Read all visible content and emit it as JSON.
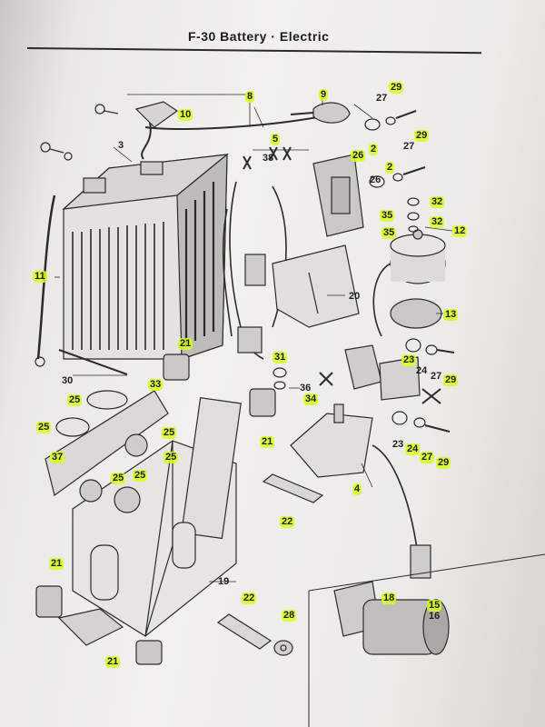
{
  "header": {
    "title": "F-30   Battery · Electric"
  },
  "callouts": [
    {
      "id": "c8",
      "label": "8",
      "hl": true
    },
    {
      "id": "c9",
      "label": "9",
      "hl": true
    },
    {
      "id": "c10",
      "label": "10",
      "hl": true
    },
    {
      "id": "c27a",
      "label": "27",
      "hl": false
    },
    {
      "id": "c29a",
      "label": "29",
      "hl": true
    },
    {
      "id": "c2a",
      "label": "2",
      "hl": true
    },
    {
      "id": "c26a",
      "label": "26",
      "hl": true
    },
    {
      "id": "c5",
      "label": "5",
      "hl": true
    },
    {
      "id": "c38",
      "label": "38",
      "hl": false
    },
    {
      "id": "c3",
      "label": "3",
      "hl": false
    },
    {
      "id": "c27b",
      "label": "27",
      "hl": false
    },
    {
      "id": "c29b",
      "label": "29",
      "hl": true
    },
    {
      "id": "c2b",
      "label": "2",
      "hl": true
    },
    {
      "id": "c26b",
      "label": "26",
      "hl": false
    },
    {
      "id": "c32a",
      "label": "32",
      "hl": true
    },
    {
      "id": "c35a",
      "label": "35",
      "hl": true
    },
    {
      "id": "c32b",
      "label": "32",
      "hl": true
    },
    {
      "id": "c35b",
      "label": "35",
      "hl": true
    },
    {
      "id": "c12",
      "label": "12",
      "hl": true
    },
    {
      "id": "c11",
      "label": "11",
      "hl": true
    },
    {
      "id": "c20",
      "label": "20",
      "hl": false
    },
    {
      "id": "c13",
      "label": "13",
      "hl": true
    },
    {
      "id": "c21a",
      "label": "21",
      "hl": true
    },
    {
      "id": "c31",
      "label": "31",
      "hl": true
    },
    {
      "id": "c23a",
      "label": "23",
      "hl": true
    },
    {
      "id": "c24a",
      "label": "24",
      "hl": false
    },
    {
      "id": "c27c",
      "label": "27",
      "hl": false
    },
    {
      "id": "c29c",
      "label": "29",
      "hl": true
    },
    {
      "id": "c30",
      "label": "30",
      "hl": false
    },
    {
      "id": "c33",
      "label": "33",
      "hl": true
    },
    {
      "id": "c36",
      "label": "36",
      "hl": false
    },
    {
      "id": "c34",
      "label": "34",
      "hl": true
    },
    {
      "id": "c25a",
      "label": "25",
      "hl": true
    },
    {
      "id": "c21b",
      "label": "21",
      "hl": true
    },
    {
      "id": "c25b",
      "label": "25",
      "hl": true
    },
    {
      "id": "c25c",
      "label": "25",
      "hl": true
    },
    {
      "id": "c25d",
      "label": "25",
      "hl": true
    },
    {
      "id": "c37",
      "label": "37",
      "hl": true
    },
    {
      "id": "c23b",
      "label": "23",
      "hl": false
    },
    {
      "id": "c24b",
      "label": "24",
      "hl": true
    },
    {
      "id": "c27d",
      "label": "27",
      "hl": true
    },
    {
      "id": "c29d",
      "label": "29",
      "hl": true
    },
    {
      "id": "c25e",
      "label": "25",
      "hl": true
    },
    {
      "id": "c25f",
      "label": "25",
      "hl": true
    },
    {
      "id": "c4",
      "label": "4",
      "hl": true
    },
    {
      "id": "c22a",
      "label": "22",
      "hl": true
    },
    {
      "id": "c21c",
      "label": "21",
      "hl": true
    },
    {
      "id": "c19",
      "label": "19",
      "hl": false
    },
    {
      "id": "c22b",
      "label": "22",
      "hl": true
    },
    {
      "id": "c18",
      "label": "18",
      "hl": true
    },
    {
      "id": "c15",
      "label": "15",
      "hl": true
    },
    {
      "id": "c16",
      "label": "16",
      "hl": false
    },
    {
      "id": "c28",
      "label": "28",
      "hl": true
    },
    {
      "id": "c21d",
      "label": "21",
      "hl": true
    }
  ]
}
